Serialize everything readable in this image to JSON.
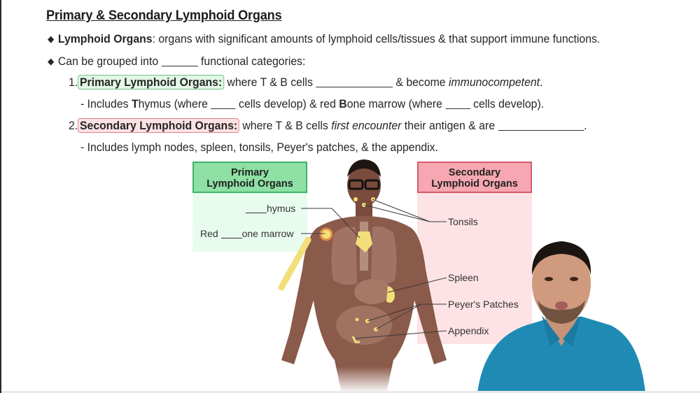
{
  "slide": {
    "title": "Primary & Secondary Lymphoid Organs",
    "bullets": [
      {
        "term": "Lymphoid Organs",
        "text": ": organs with significant amounts of lymphoid cells/tissues & that support immune functions."
      },
      {
        "before": "Can be grouped into",
        "after": "functional categories:"
      }
    ],
    "items": [
      {
        "number": "1.",
        "label": "Primary Lymphoid Organs:",
        "text_a": "where T & B cells",
        "text_b": "& become",
        "emph": "immunocompetent",
        "end": ".",
        "sub": {
          "a": "- Includes ",
          "t_bold": "T",
          "b": "hymus (where",
          "c": "cells develop) & red ",
          "b_bold": "B",
          "d": "one marrow (where",
          "e": "cells develop)."
        }
      },
      {
        "number": "2.",
        "label": "Secondary Lymphoid Organs:",
        "text_a": "where T & B cells",
        "emph": "first encounter",
        "text_b": "their antigen & are",
        "end": ".",
        "sub": "- Includes lymph nodes, spleen, tonsils, Peyer's patches, & the appendix."
      }
    ]
  },
  "diagram": {
    "primary_header": [
      "Primary",
      "Lymphoid Organs"
    ],
    "secondary_header": [
      "Secondary",
      "Lymphoid Organs"
    ],
    "primary_labels": {
      "thymus": "hymus",
      "bone_marrow_prefix": "Red",
      "bone_marrow": "one marrow"
    },
    "secondary_labels": [
      "Tonsils",
      "Spleen",
      "Peyer's Patches",
      "Appendix"
    ],
    "colors": {
      "primary_head": "#8ee0a4",
      "primary_border": "#3fb36a",
      "primary_body": "#e8fbef",
      "secondary_head": "#f6a7b1",
      "secondary_border": "#d7596c",
      "secondary_body": "#fde3e5",
      "organ_highlight": "#f3df7a",
      "skin": "#8a5a4a"
    }
  },
  "instructor": {
    "shirt_color": "#1f8bb5"
  }
}
